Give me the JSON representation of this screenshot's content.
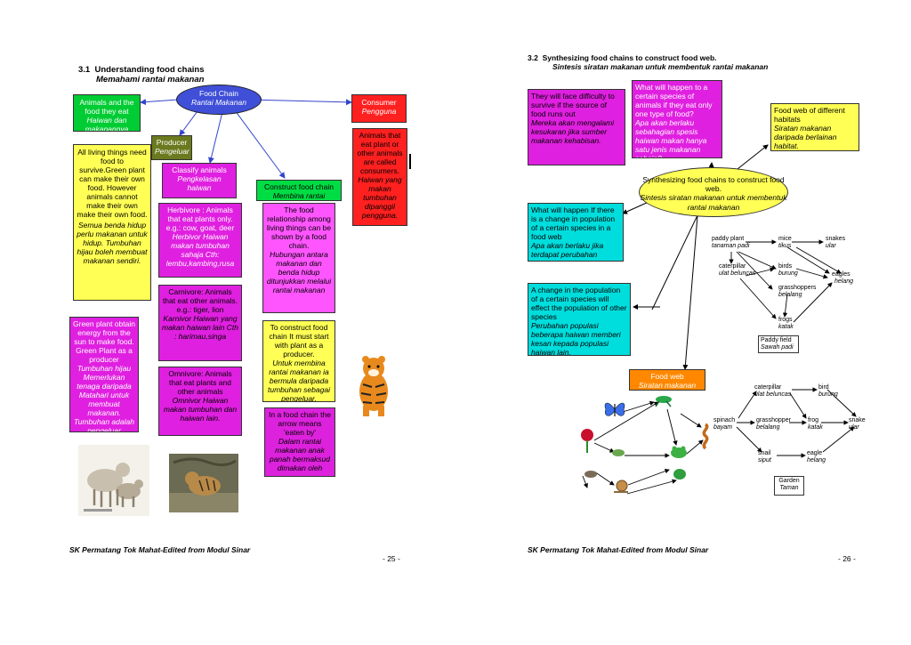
{
  "left_page": {
    "heading": {
      "number": "3.1",
      "title": "Understanding food chains",
      "title_malay": "Memahami rantai makanan"
    },
    "food_chain": {
      "en": "Food Chain",
      "ms": "Rantai Makanan"
    },
    "animals_food": {
      "en": "Animals and the food they eat",
      "ms": "Haiwan dan makanannya"
    },
    "producer": {
      "en": "Producer",
      "ms": "Pengeluar"
    },
    "consumer": {
      "en": "Consumer",
      "ms": "Pengguna"
    },
    "living_things": {
      "en": "All living things need food to survive.Green plant can make their own food. However animals cannot make their own make their own food.",
      "ms": "Semua benda hidup perlu makanan untuk hidup. Tumbuhan hijau boleh membuat makanan sendiri."
    },
    "classify": {
      "en": "Classify animals",
      "ms": "Pengkelasan haiwan"
    },
    "herbivore": {
      "en": "Herbivore : Animals that eat plants only. e.g.: cow, goat, deer",
      "ms": "Herbivor Haiwan makan tumbuhan sahaja Cth: lembu,kambing,rusa"
    },
    "carnivore": {
      "en": "Carnivore: Animals that eat other animals. e.g.: tiger, lion",
      "ms": "Karnivor Haiwan yang makan haiwan lain Cth : harimau,singa"
    },
    "omnivore": {
      "en": "Omnivore: Animals that eat plants and other animals",
      "ms": "Omnivor Haiwan makan tumbuhan dan haiwan lain."
    },
    "construct": {
      "en": "Construct food chain",
      "ms": "Membina rantai makanan"
    },
    "relationship": {
      "en": "The food relationship among living things can be shown by a food chain.",
      "ms": "Hubungan antara makanan dan benda hidup ditunjukkan melalui rantai makanan"
    },
    "plant_start": {
      "en": "To construct food chain It must start with plant as a producer.",
      "ms": "Untuk membina rantai makanan ia bermula daripada tumbuhan sebagai pengeluar."
    },
    "arrow_means": {
      "en": "In a food chain the arrow means 'eaten by'",
      "ms": "Dalam rantai makanan anak panah bermaksud dimakan oleh"
    },
    "consumers": {
      "en": "Animals that eat plant or other animals are called consumers.",
      "ms": "Haiwan yang makan tumbuhan dipanggil pengguna."
    },
    "green_plant": {
      "en": "Green plant obtain energy from the sun to make food. Green Plant as a producer",
      "ms": "Tumbuhan hijau Memerlukan tenaga daripada Matahari untuk membuat makanan. Tumbuhan adalah pengeluar"
    },
    "footer": "SK Permatang Tok Mahat-Edited from Modul Sinar",
    "page_num": "- 25 -"
  },
  "right_page": {
    "heading": {
      "number": "3.2",
      "title": "Synthesizing food chains to construct food web.",
      "title_malay": "Sintesis siratan makanan untuk membentuk rantai makanan"
    },
    "difficulty": {
      "en": "They will face difficulty to survive if the source of food runs out",
      "ms": "Mereka akan mengalami kesukaran jika sumber makanan kehabisan."
    },
    "what_happen_species": {
      "en": "What will happen to a certain species of animals if they eat only one type of food?",
      "ms": "Apa akan berlaku sebahagian spesis haiwan makan hanya satu jenis makanan sahaja?"
    },
    "food_web_habitats": {
      "en": "Food web of different habitats",
      "ms": "Siratan makanan daripada berlainan habitat."
    },
    "synth": {
      "en": "Synthesizing food chains to construct food web.",
      "ms": "Sintesis siratan makanan untuk membentuk rantai makanan"
    },
    "change_question": {
      "en": "What will happen If there is a change in population of a certain species in a food web",
      "ms": "Apa akan berlaku jika terdapat perubahan spesies dalam rantai makanan"
    },
    "change_answer": {
      "en": "A change in the population of a certain species will effect the population of other species",
      "ms": "Perubahan populasi beberapa haiwan memberi kesan kepada populasi haiwan lain."
    },
    "food_web": {
      "en": "Food web",
      "ms": "Siratan makanan"
    },
    "paddy_web": {
      "paddy_plant": {
        "en": "paddy plant",
        "ms": "tanaman padi"
      },
      "mice": {
        "en": "mice",
        "ms": "tikus"
      },
      "snakes": {
        "en": "snakes",
        "ms": "ular"
      },
      "caterpillar": {
        "en": "caterpillar",
        "ms": "ulat beluncas"
      },
      "birds": {
        "en": "birds",
        "ms": "burung"
      },
      "eagles": {
        "en": "eagles",
        "ms": "helang"
      },
      "grasshoppers": {
        "en": "grasshoppers",
        "ms": "belalang"
      },
      "frogs": {
        "en": "frogs",
        "ms": "katak"
      },
      "habitat": {
        "en": "Paddy field",
        "ms": "Sawah padi"
      }
    },
    "garden_web": {
      "caterpillar": {
        "en": "caterpillar",
        "ms": "ulat beluncas"
      },
      "bird": {
        "en": "bird",
        "ms": "burung"
      },
      "spinach": {
        "en": "spinach",
        "ms": "bayam"
      },
      "grasshopper": {
        "en": "grasshopper",
        "ms": "belalang"
      },
      "frog": {
        "en": "frog",
        "ms": "katak"
      },
      "snake": {
        "en": "snake",
        "ms": "ular"
      },
      "snail": {
        "en": "snail",
        "ms": "siput"
      },
      "eagle": {
        "en": "eagle",
        "ms": "helang"
      },
      "habitat": {
        "en": "Garden",
        "ms": "Taman"
      }
    },
    "footer": "SK Permatang Tok Mahat-Edited from Modul Sinar",
    "page_num": "- 26 -"
  },
  "colors": {
    "food_chain_oval": "#3f4fd8",
    "green_box": "#00cc33",
    "producer_box": "#6b7a1f",
    "consumer_box": "#ff2020",
    "yellow_box": "#ffff55",
    "magenta_box": "#e020e0",
    "cyan_box": "#00dddd",
    "pink_box": "#ff55ff",
    "orange_box": "#ff8800",
    "purple_box": "#dd22dd"
  },
  "icons": [
    "tiger-image",
    "goats-image",
    "tiger-cub-image",
    "butterfly-icon",
    "grasshopper-icon",
    "frog-icon",
    "snake-icon",
    "flower-icon",
    "snail-icon",
    "rat-icon"
  ]
}
